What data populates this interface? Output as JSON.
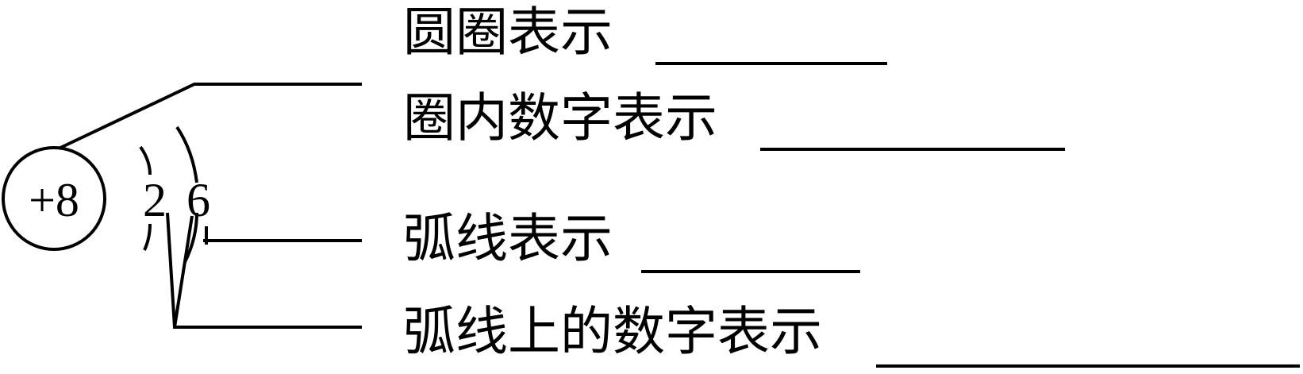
{
  "atom": {
    "nucleus_charge": "+8",
    "shell_electrons": [
      "2",
      "6"
    ]
  },
  "labels": {
    "circle": "圆圈表示",
    "circle_number": "圈内数字表示",
    "arc": "弧线表示",
    "arc_number": "弧线上的数字表示"
  },
  "colors": {
    "ink": "#000000",
    "background": "#ffffff"
  }
}
